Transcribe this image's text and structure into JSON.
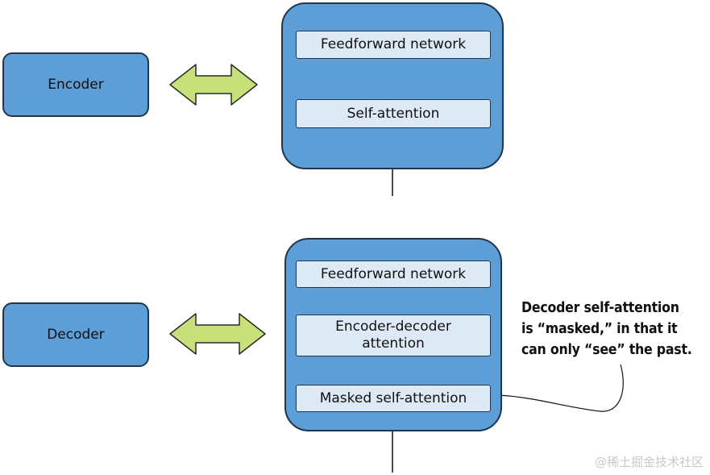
{
  "encoder": {
    "label": "Encoder",
    "feedforward": "Feedforward network",
    "self_attention": "Self-attention"
  },
  "decoder": {
    "label": "Decoder",
    "feedforward": "Feedforward network",
    "encoder_decoder_attention": "Encoder-decoder attention",
    "masked_self_attention": "Masked self-attention"
  },
  "callout": {
    "lines": [
      "Decoder self-attention",
      "is “masked,” in that it",
      "can only “see” the past."
    ]
  },
  "watermark": "@稀土掘金技术社区",
  "colors": {
    "block_fill": "#5e9ed6",
    "inner_fill": "#dde9f5",
    "outline": "#1f3650",
    "double_arrow_fill": "#c8e07a",
    "double_arrow_stroke": "#2a2a2a"
  },
  "icons": {
    "double_arrow": "bidirectional-arrow-icon"
  }
}
